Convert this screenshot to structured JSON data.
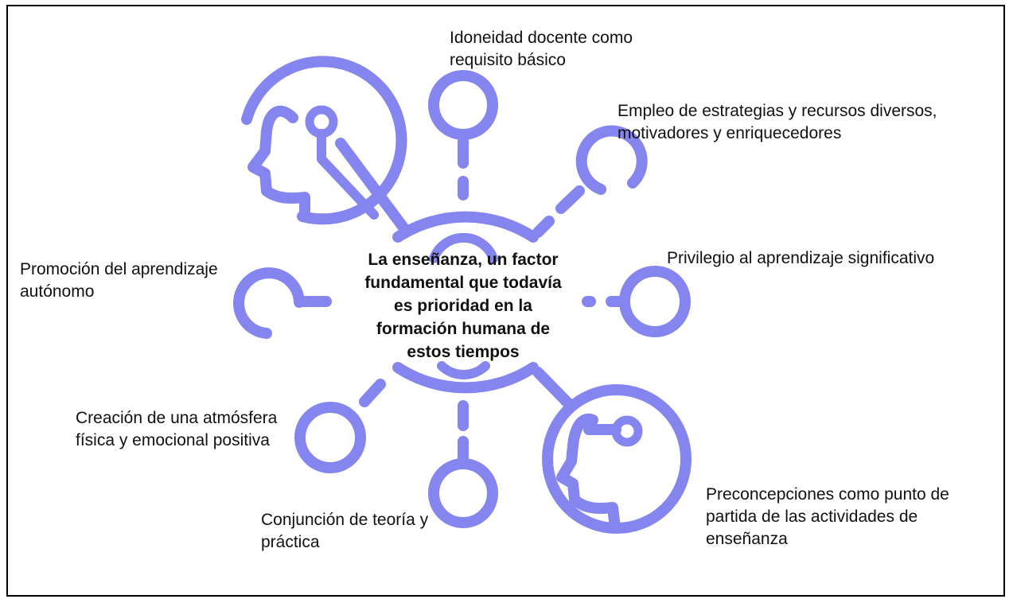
{
  "diagram": {
    "accent_color": "#8585f0",
    "center": {
      "text": "La enseñanza, un factor\nfundamental que todavía\nes prioridad en la\nformación humana de\nestos tiempos"
    },
    "items": [
      {
        "text": "Idoneidad docente como\nrequisito básico"
      },
      {
        "text": "Empleo de estrategias y recursos diversos,\nmotivadores y enriquecedores"
      },
      {
        "text": "Privilegio al aprendizaje significativo"
      },
      {
        "text": "Preconcepciones como punto de\npartida de las actividades de\nenseñanza"
      },
      {
        "text": "Conjunción de teoría y\npráctica"
      },
      {
        "text": "Creación de una atmósfera\nfísica y emocional positiva"
      },
      {
        "text": "Promoción del aprendizaje\nautónomo"
      }
    ],
    "icons": {
      "top_left": "head-profile-icon",
      "bottom_right": "head-profile-icon"
    }
  }
}
